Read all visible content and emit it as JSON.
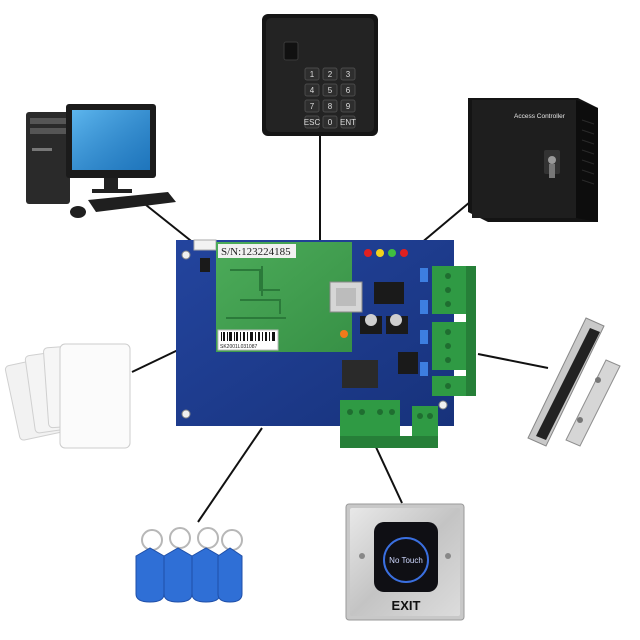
{
  "controller_board": {
    "serial_label": "S/N:123224185",
    "barcode_label": "SK2001L031087"
  },
  "access_controller_box": {
    "label": "Access Controller"
  },
  "keypad_reader": {
    "keys": [
      "1",
      "2",
      "3",
      "4",
      "5",
      "6",
      "7",
      "8",
      "9",
      "ESC",
      "0",
      "ENT"
    ]
  },
  "exit_button": {
    "touch_label": "No Touch",
    "exit_label": "EXIT"
  },
  "colors": {
    "board_blue": "#1d3a8c",
    "module_green": "#3f9e4e",
    "terminal_green": "#2f9a44",
    "connector_line": "#111111"
  }
}
